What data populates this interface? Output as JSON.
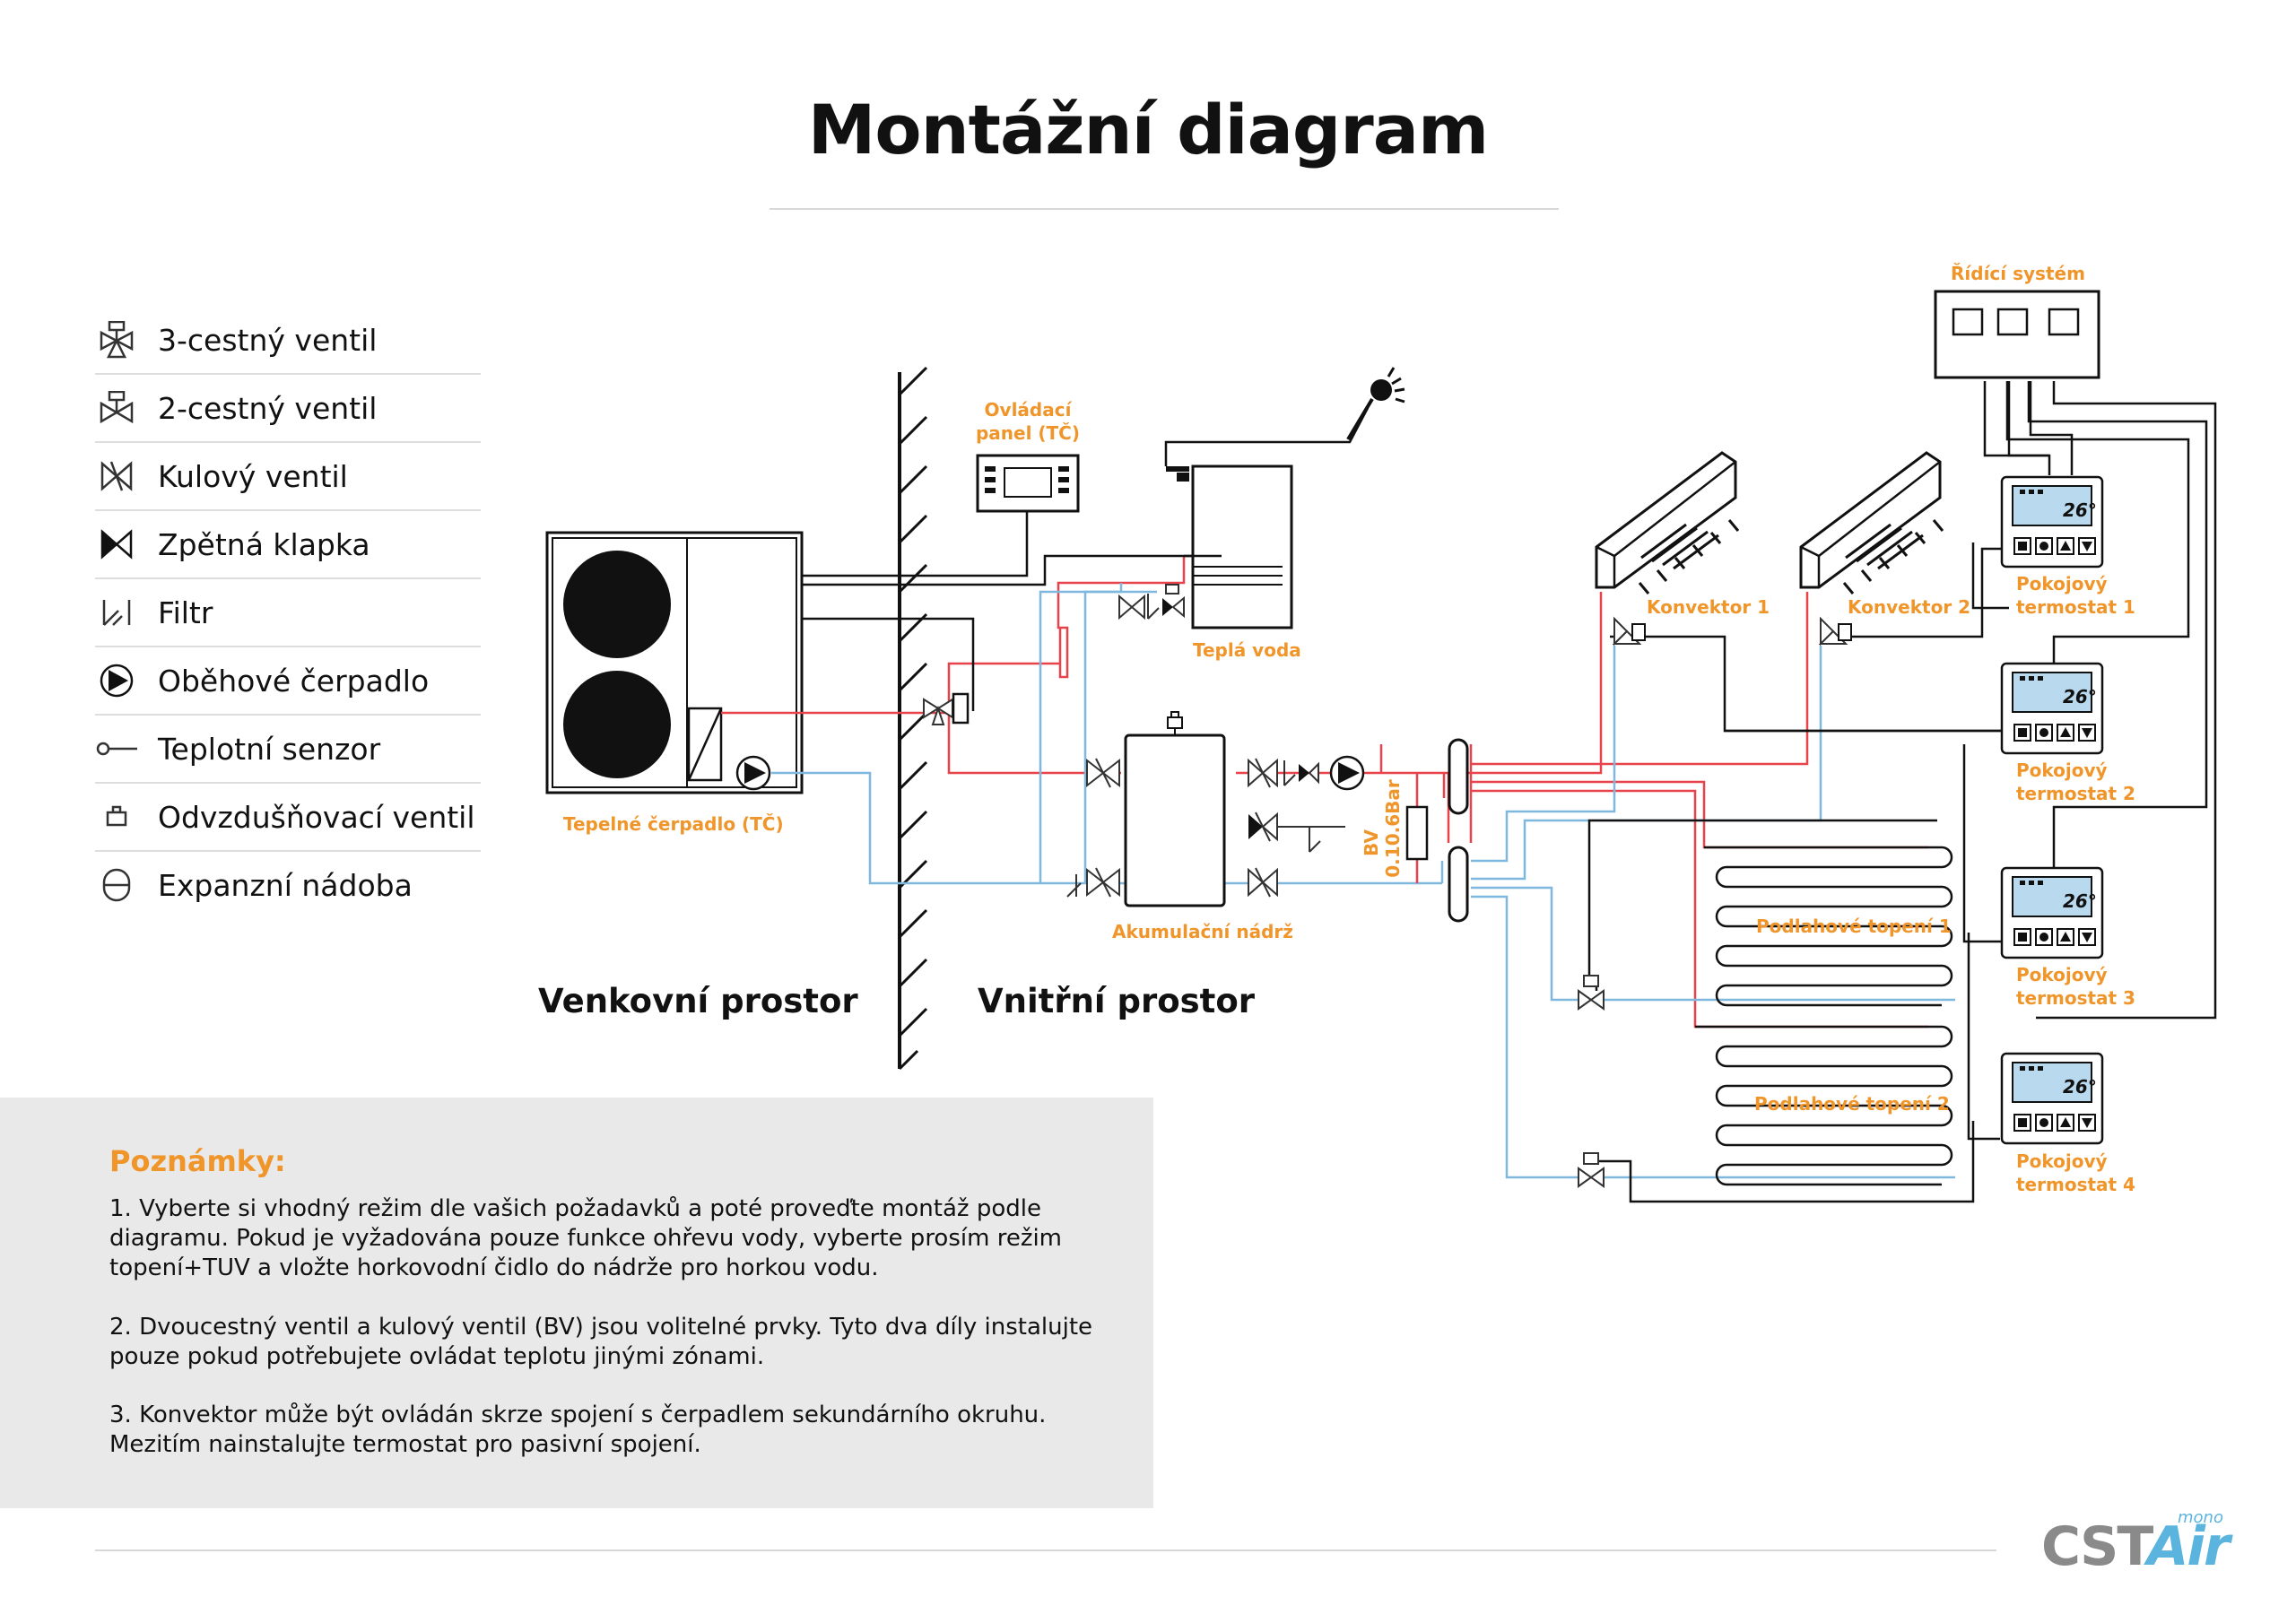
{
  "title": "Montážní diagram",
  "legend": [
    {
      "icon": "three-way-valve-icon",
      "label": "3-cestný ventil"
    },
    {
      "icon": "two-way-valve-icon",
      "label": "2-cestný ventil"
    },
    {
      "icon": "ball-valve-icon",
      "label": "Kulový ventil"
    },
    {
      "icon": "check-valve-icon",
      "label": "Zpětná klapka"
    },
    {
      "icon": "filter-icon",
      "label": "Filtr"
    },
    {
      "icon": "circulation-pump-icon",
      "label": "Oběhové čerpadlo"
    },
    {
      "icon": "temperature-sensor-icon",
      "label": "Teplotní senzor"
    },
    {
      "icon": "air-vent-valve-icon",
      "label": "Odvzdušňovací ventil"
    },
    {
      "icon": "expansion-vessel-icon",
      "label": "Expanzní nádoba"
    }
  ],
  "zones": {
    "outdoor": "Venkovní prostor",
    "indoor": "Vnitřní prostor"
  },
  "components": {
    "heat_pump": "Tepelné čerpadlo (TČ)",
    "control_panel_line1": "Ovládací",
    "control_panel_line2": "panel (TČ)",
    "hot_water": "Teplá voda",
    "buffer_tank": "Akumulační nádrž",
    "bv_line1": "BV",
    "bv_line2": "0.10.6Bar",
    "control_system": "Řídící systém",
    "convector1": "Konvektor 1",
    "convector2": "Konvektor 2",
    "floor1": "Podlahové topení 1",
    "floor2": "Podlahové topení 2",
    "thermostat_line1": "Pokojový",
    "thermostat1": "termostat 1",
    "thermostat2": "termostat 2",
    "thermostat3": "termostat 3",
    "thermostat4": "termostat 4",
    "thermostat_display": "26°"
  },
  "notes": {
    "heading": "Poznámky:",
    "items": [
      "1. Vyberte si vhodný režim dle vašich požadavků a poté proveďte montáž podle diagramu. Pokud je vyžadována pouze funkce ohřevu vody, vyberte prosím režim topení+TUV a vložte horkovodní čidlo do nádrže pro horkou vodu.",
      "2. Dvoucestný ventil a kulový ventil (BV) jsou volitelné prvky. Tyto dva díly instalujte pouze pokud potřebujete ovládat teplotu jinými zónami.",
      "3. Konvektor může být ovládán skrze spojení s čerpadlem sekundárního okruhu. Mezitím nainstalujte termostat pro pasivní spojení."
    ]
  },
  "logo": {
    "cst": "CST",
    "air": "Air",
    "mono": "mono"
  },
  "colors": {
    "supply": "#e8434a",
    "return": "#7fb8de",
    "accent": "#f0952a",
    "wire": "#111111"
  }
}
